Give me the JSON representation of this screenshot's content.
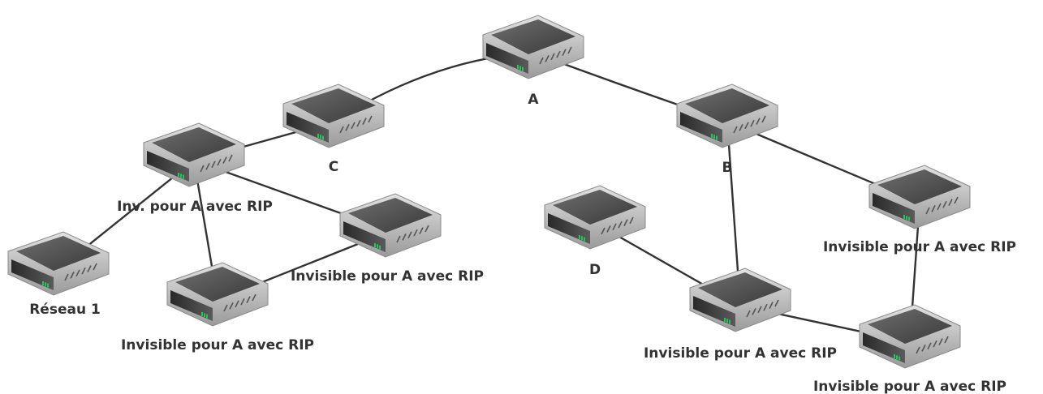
{
  "nodes": [
    {
      "id": "A",
      "label": "A"
    },
    {
      "id": "B",
      "label": "B"
    },
    {
      "id": "C",
      "label": "C"
    },
    {
      "id": "D",
      "label": "D"
    },
    {
      "id": "L",
      "label": "Inv. pour A avec RIP"
    },
    {
      "id": "R1",
      "label": "Réseau 1"
    },
    {
      "id": "LB",
      "label": "Invisible pour A avec RIP"
    },
    {
      "id": "LR",
      "label": "Invisible pour A avec RIP"
    },
    {
      "id": "RR",
      "label": "Invisible pour A avec RIP"
    },
    {
      "id": "BM",
      "label": "Invisible pour A avec RIP"
    },
    {
      "id": "BR",
      "label": "Invisible pour A avec RIP"
    }
  ],
  "links": [
    [
      "A",
      "C"
    ],
    [
      "A",
      "B"
    ],
    [
      "C",
      "L"
    ],
    [
      "L",
      "R1"
    ],
    [
      "L",
      "LB"
    ],
    [
      "L",
      "LR"
    ],
    [
      "LB",
      "LR"
    ],
    [
      "B",
      "BM"
    ],
    [
      "B",
      "RR"
    ],
    [
      "D",
      "BM"
    ],
    [
      "BM",
      "BR"
    ],
    [
      "RR",
      "BR"
    ]
  ],
  "colors": {
    "device_top": "#555555",
    "device_body": "#4a4a4a",
    "device_rim": "#b8b8b8",
    "led": "#22c55e",
    "link": "#333333"
  },
  "icon": "router-icon"
}
